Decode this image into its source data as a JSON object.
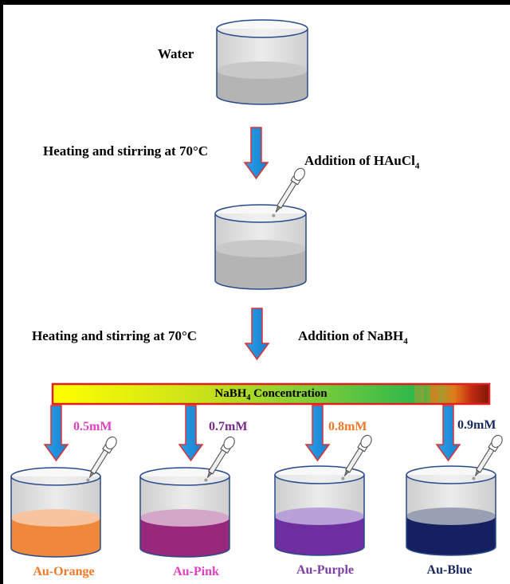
{
  "steps": {
    "water_label": "Water",
    "heating_1": "Heating and stirring at 70°C",
    "add_haucl4_prefix": "Addition of HAuCl",
    "add_haucl4_sub": "4",
    "heating_2": "Heating and stirring at 70°C",
    "add_nabh4_prefix": "Addition of NaBH",
    "add_nabh4_sub": "4"
  },
  "gradient_bar": {
    "label_prefix": "NaBH",
    "label_sub": "4",
    "label_suffix": " Concentration",
    "colors": [
      "#ffff00",
      "#c8e01a",
      "#7ccc3a",
      "#2fb84a",
      "#e07b1a",
      "#c22a12",
      "#7a1a08"
    ]
  },
  "samples": [
    {
      "concentration": "0.5mM",
      "name": "Au-Orange",
      "label_color": "#e040c0",
      "name_color": "#f07828",
      "liquid_color": "#f0883c",
      "surface_color": "#f8c4a0"
    },
    {
      "concentration": "0.7mM",
      "name": "Au-Pink",
      "label_color": "#7a2a8a",
      "name_color": "#e040c0",
      "liquid_color": "#98287c",
      "surface_color": "#d4a6c8"
    },
    {
      "concentration": "0.8mM",
      "name": "Au-Purple",
      "label_color": "#f07828",
      "name_color": "#7b3fa0",
      "liquid_color": "#6e2ea0",
      "surface_color": "#b8a0d8"
    },
    {
      "concentration": "0.9mM",
      "name": "Au-Blue",
      "label_color": "#1a2a60",
      "name_color": "#1a2a60",
      "liquid_color": "#142060",
      "surface_color": "#9aa0b4"
    }
  ]
}
